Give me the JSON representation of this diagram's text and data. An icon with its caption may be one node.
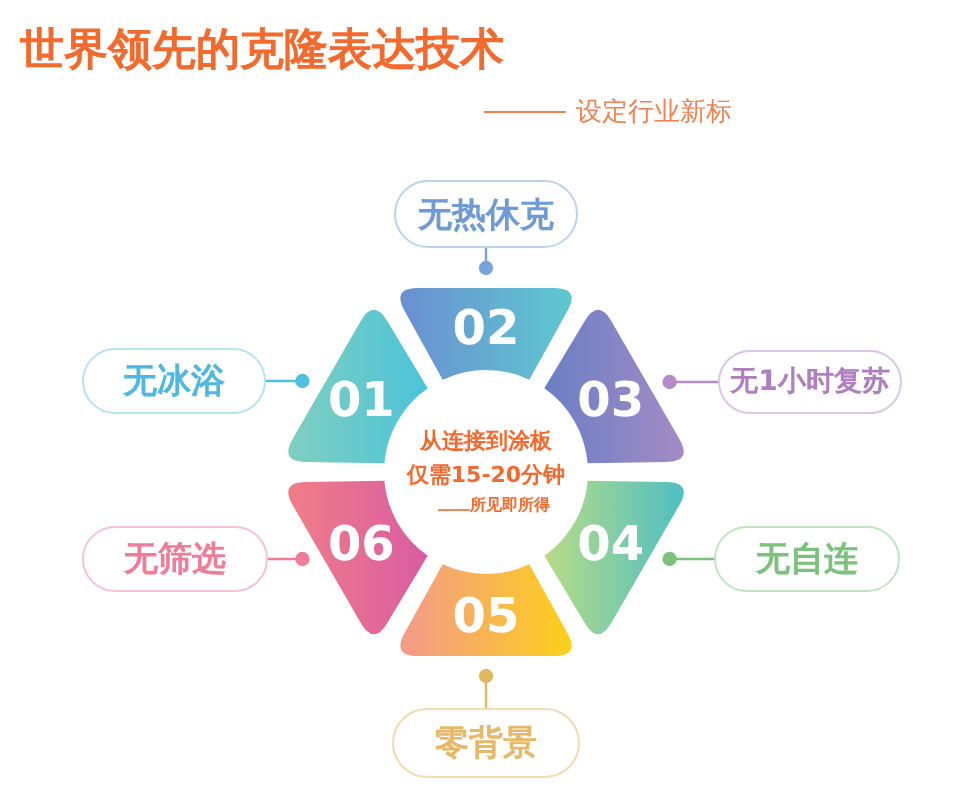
{
  "diagram": {
    "title": "世界领先的克隆表达技术",
    "nodes": [
      {
        "text": [
          "无热休克"
        ]
      },
      {
        "text": [
          "02"
        ]
      },
      {
        "text": [
          "无冰浴"
        ]
      },
      {
        "text": [
          "01"
        ]
      },
      {
        "text": [
          "03"
        ]
      },
      {
        "text": [
          "无1小时复苏"
        ]
      },
      {
        "text": [
          "从连接到涂板",
          "仅需15-20分钟",
          "所见即所得"
        ]
      },
      {
        "text": [
          "无筛选"
        ]
      },
      {
        "text": [
          "06"
        ]
      },
      {
        "text": [
          "04"
        ]
      },
      {
        "text": [
          "无自连"
        ]
      },
      {
        "text": [
          "05"
        ]
      },
      {
        "text": [
          "零背景"
        ]
      }
    ],
    "edges": [
      {
        "from": 0,
        "to": 1,
        "arrow": "other",
        "color": "#7aa3dc"
      },
      {
        "from": 2,
        "to": 3,
        "arrow": "other",
        "color": "#4fc0e0"
      },
      {
        "from": 5,
        "to": 4,
        "arrow": "other",
        "color": "#b48ac8"
      },
      {
        "from": 10,
        "to": 9,
        "arrow": "other",
        "color": "#7cc27c"
      },
      {
        "from": 7,
        "to": 8,
        "arrow": "other",
        "color": "#ee7d9a"
      },
      {
        "from": 12,
        "to": 11,
        "arrow": "other",
        "color": "#e2b860"
      }
    ],
    "labels": [
      "设定行业新标"
    ]
  }
}
